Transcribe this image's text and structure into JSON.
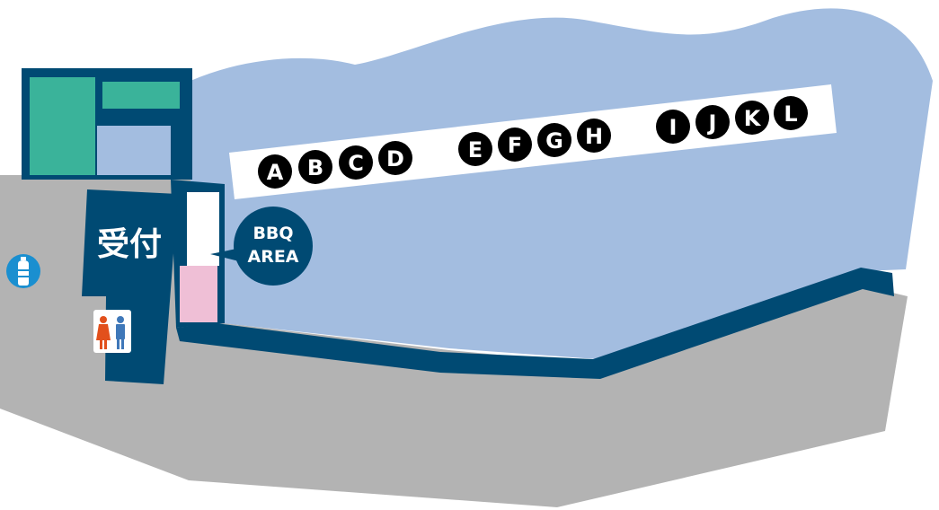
{
  "map": {
    "reception_label": "受付",
    "bbq_area": {
      "line1": "BBQ",
      "line2": "AREA"
    },
    "seat_rows": [
      {
        "group": "row-1",
        "seats": [
          "A",
          "B",
          "C",
          "D"
        ]
      },
      {
        "group": "row-2",
        "seats": [
          "E",
          "F",
          "G",
          "H"
        ]
      },
      {
        "group": "row-3",
        "seats": [
          "I",
          "J",
          "K",
          "L"
        ]
      }
    ],
    "icons": {
      "water": "water-bottle-icon",
      "restroom": "restroom-icon"
    },
    "colors": {
      "water": "#a3bde0",
      "land": "#b3b3b3",
      "wall": "#004a73",
      "building": "#3ab39a",
      "bbq_zone": "#efbfd6",
      "seat_badge": "#000000",
      "restroom_female": "#e2501c",
      "restroom_male": "#3f78b9",
      "water_icon": "#1a8fd0"
    }
  }
}
